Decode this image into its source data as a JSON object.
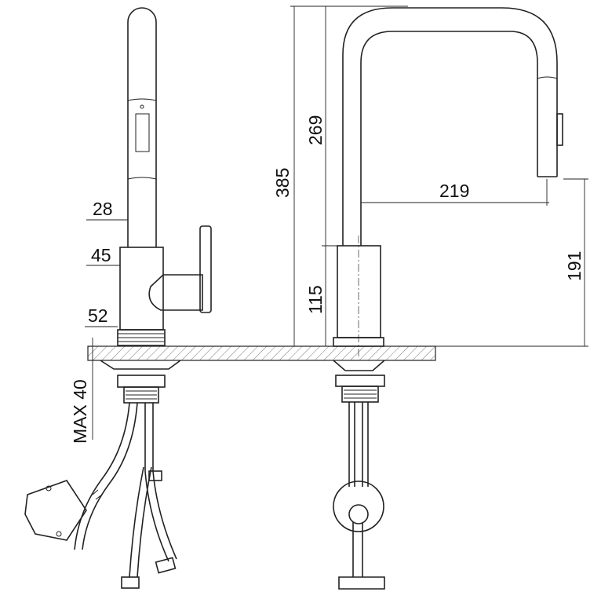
{
  "drawing": {
    "side_view": {
      "dimensions": {
        "spout_diameter": "28",
        "body_diameter": "45",
        "base_diameter": "52",
        "max_counter_thickness": "MAX 40"
      }
    },
    "front_view": {
      "dimensions": {
        "total_height": "385",
        "spout_height": "269",
        "body_height": "115",
        "reach": "219",
        "outlet_height": "191"
      }
    }
  }
}
